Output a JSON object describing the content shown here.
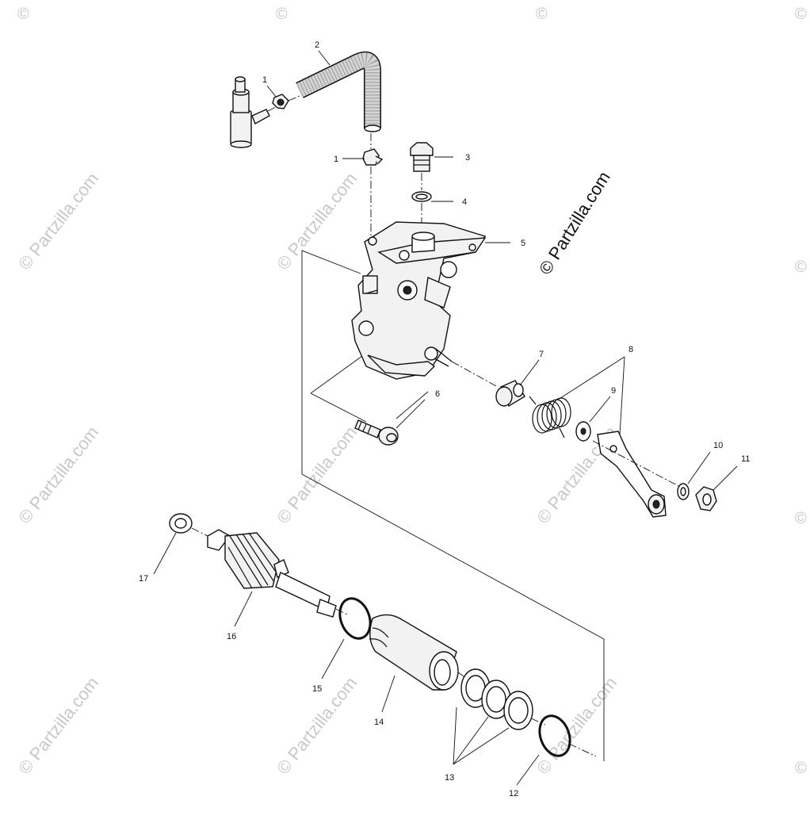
{
  "watermark": {
    "main": "© Partzilla.com",
    "tiled": "© Partzilla.com",
    "corner": "©"
  },
  "callouts": [
    "1",
    "2",
    "1",
    "3",
    "4",
    "5",
    "6",
    "7",
    "8",
    "9",
    "10",
    "11",
    "17",
    "16",
    "15",
    "14",
    "13",
    "12"
  ]
}
